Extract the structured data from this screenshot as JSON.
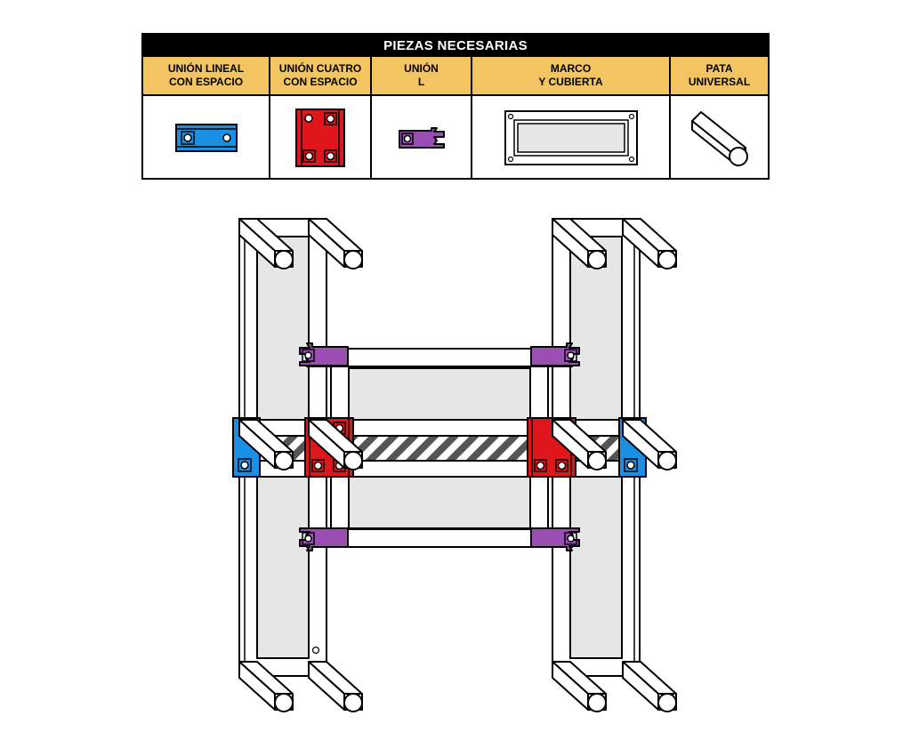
{
  "table": {
    "title": "PIEZAS NECESARIAS",
    "columns": [
      {
        "label": "UNIÓN LINEAL\nCON ESPACIO",
        "piece": "linear-joint",
        "color": "#1a8fe3"
      },
      {
        "label": "UNIÓN CUATRO\nCON ESPACIO",
        "piece": "four-way-joint",
        "color": "#e0161d"
      },
      {
        "label": "UNIÓN\nL",
        "piece": "l-joint",
        "color": "#9b4fb5"
      },
      {
        "label": "MARCO\nY CUBIERTA",
        "piece": "frame-and-cover",
        "color": "#e6e6e6"
      },
      {
        "label": "PATA\nUNIVERSAL",
        "piece": "universal-leg",
        "color": "#ffffff"
      }
    ]
  },
  "colors": {
    "header_bg": "#f3c462",
    "title_bg": "#000000",
    "blue": "#1a8fe3",
    "red": "#e0161d",
    "purple": "#9b4fb5",
    "panel_gray": "#e6e6e6",
    "stripe_dark": "#555555"
  }
}
